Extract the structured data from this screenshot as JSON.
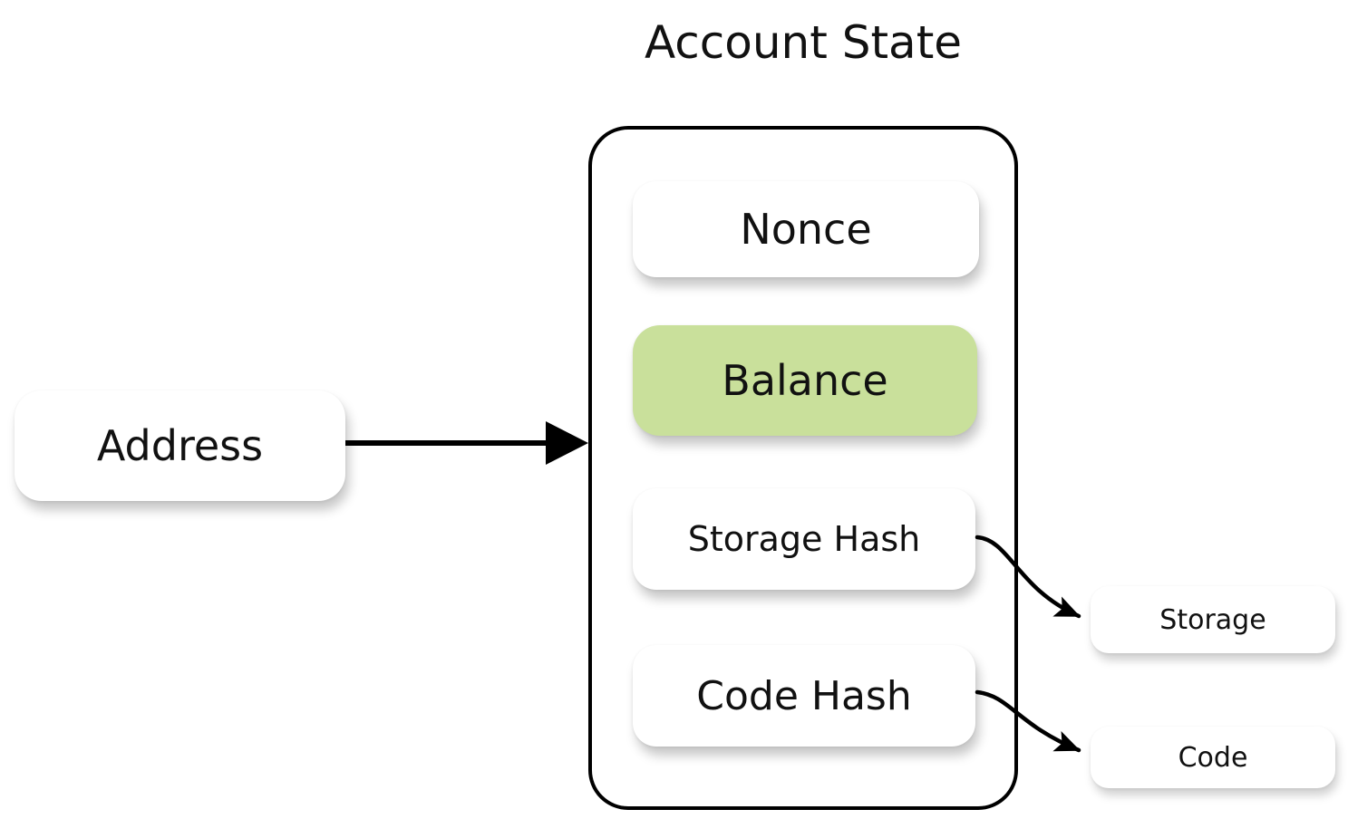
{
  "title": "Account State",
  "account": {
    "rows": [
      {
        "id": "nonce",
        "label": "Nonce",
        "highlighted": false
      },
      {
        "id": "balance",
        "label": "Balance",
        "highlighted": true
      },
      {
        "id": "storage_hash",
        "label": "Storage Hash",
        "highlighted": false
      },
      {
        "id": "code_hash",
        "label": "Code Hash",
        "highlighted": false
      }
    ]
  },
  "address": {
    "label": "Address"
  },
  "external": [
    {
      "id": "storage",
      "label": "Storage"
    },
    {
      "id": "code",
      "label": "Code"
    }
  ],
  "edges": [
    {
      "from": "Address",
      "to": "Account State"
    },
    {
      "from": "Storage Hash",
      "to": "Storage"
    },
    {
      "from": "Code Hash",
      "to": "Code"
    }
  ],
  "colors": {
    "highlight": "#c9e09b",
    "stroke": "#000000",
    "box_bg": "#ffffff",
    "text": "#111111"
  }
}
